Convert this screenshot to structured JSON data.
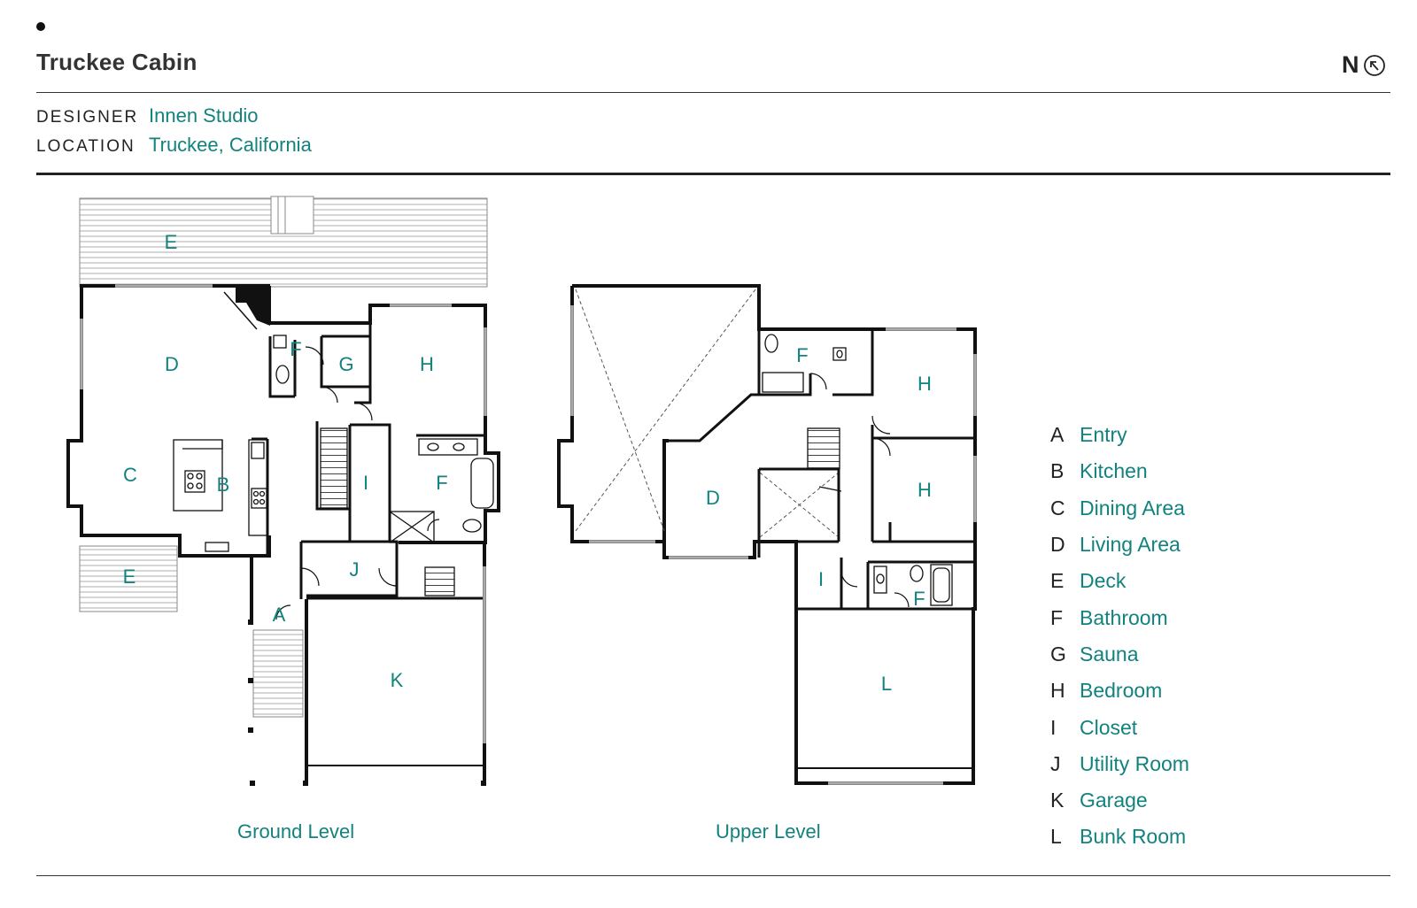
{
  "header": {
    "title": "Truckee Cabin",
    "north_label": "N",
    "designer_label": "DESIGNER",
    "designer_value": "Innen Studio",
    "location_label": "LOCATION",
    "location_value": "Truckee, California"
  },
  "plans": {
    "ground_caption": "Ground Level",
    "upper_caption": "Upper Level",
    "ground_rooms": [
      "E",
      "D",
      "F",
      "G",
      "H",
      "C",
      "B",
      "I",
      "F",
      "E",
      "J",
      "A",
      "K"
    ],
    "upper_rooms": [
      "F",
      "H",
      "D",
      "H",
      "I",
      "F",
      "L"
    ]
  },
  "legend": [
    {
      "key": "A",
      "label": "Entry"
    },
    {
      "key": "B",
      "label": "Kitchen"
    },
    {
      "key": "C",
      "label": "Dining Area"
    },
    {
      "key": "D",
      "label": "Living Area"
    },
    {
      "key": "E",
      "label": "Deck"
    },
    {
      "key": "F",
      "label": "Bathroom"
    },
    {
      "key": "G",
      "label": "Sauna"
    },
    {
      "key": "H",
      "label": "Bedroom"
    },
    {
      "key": "I",
      "label": "Closet"
    },
    {
      "key": "J",
      "label": "Utility Room"
    },
    {
      "key": "K",
      "label": "Garage"
    },
    {
      "key": "L",
      "label": "Bunk Room"
    }
  ],
  "colors": {
    "accent": "#12827e",
    "ink": "#111111",
    "text": "#222222"
  },
  "icons": {
    "north": "compass-arrow-icon",
    "bullet": "dot-icon"
  }
}
